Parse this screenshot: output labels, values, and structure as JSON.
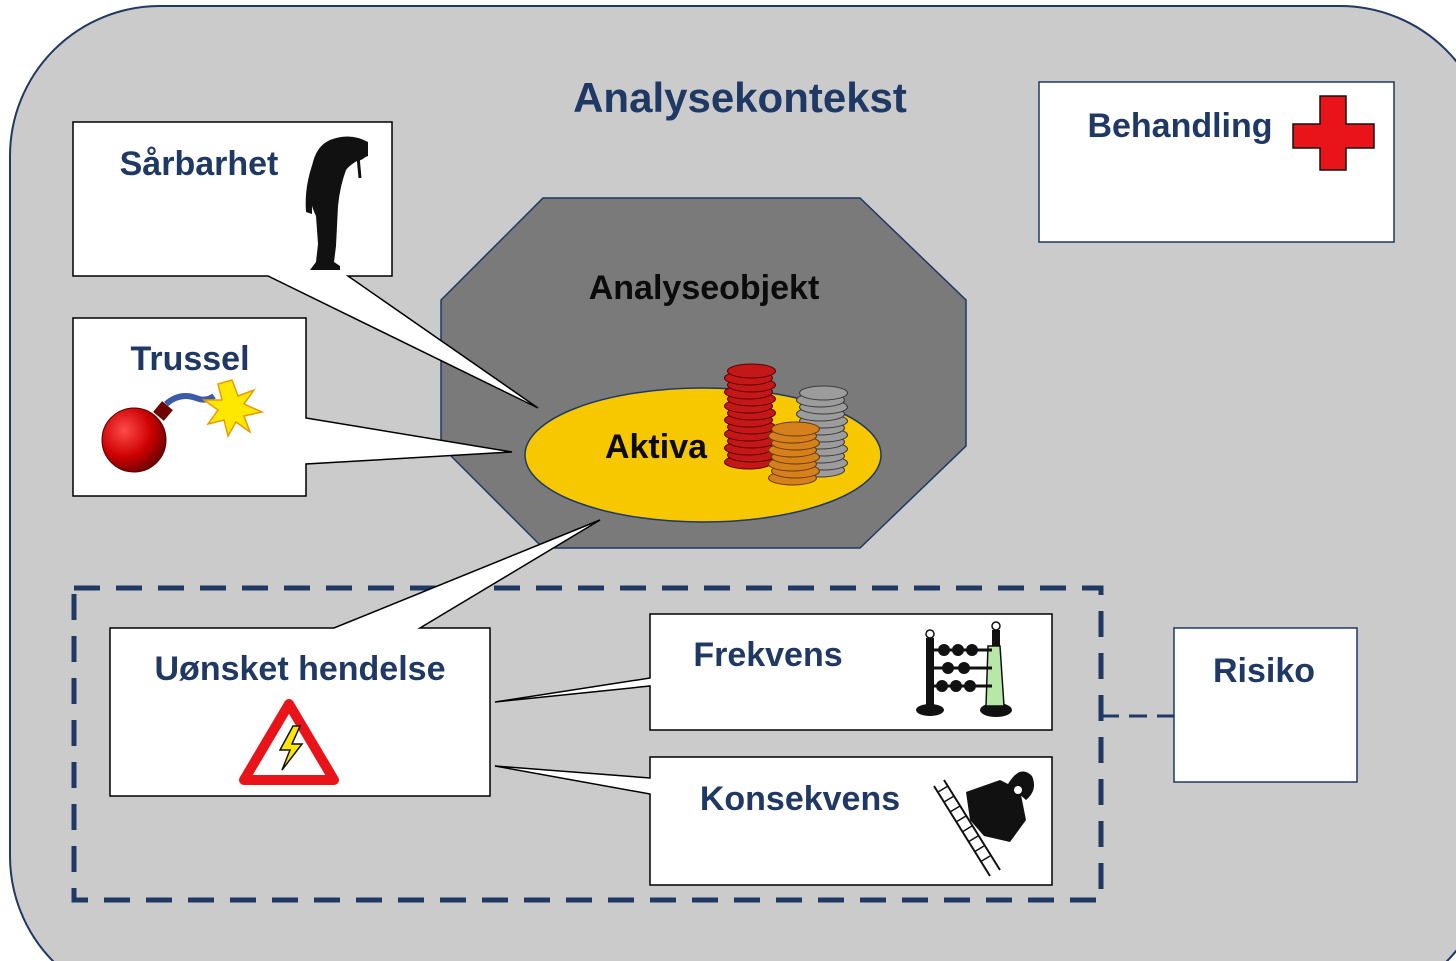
{
  "diagram": {
    "context_title": "Analysekontekst",
    "object_title": "Analyseobjekt",
    "asset_label": "Aktiva",
    "vulnerability_label": "Sårbarhet",
    "threat_label": "Trussel",
    "treatment_label": "Behandling",
    "unwanted_incident_label": "Uønsket hendelse",
    "frequency_label": "Frekvens",
    "consequence_label": "Konsekvens",
    "risk_label": "Risiko"
  },
  "colors": {
    "background": "#cbcbcb",
    "border": "#1f3864",
    "title_text": "#1f3864",
    "object_fill": "#7a7a7a",
    "asset_fill": "#f7c800",
    "text_dark": "#0b0b0b",
    "callout_fill": "#ffffff",
    "bomb": "#cc0000",
    "red_cross": "#e8141a"
  },
  "icons": {
    "vulnerability": "hunched-person-icon",
    "threat": "bomb-icon",
    "treatment": "red-cross-icon",
    "asset": "coin-stacks-icon",
    "incident": "warning-triangle-icon",
    "frequency": "abacus-icon",
    "consequence": "falling-ladder-icon"
  }
}
